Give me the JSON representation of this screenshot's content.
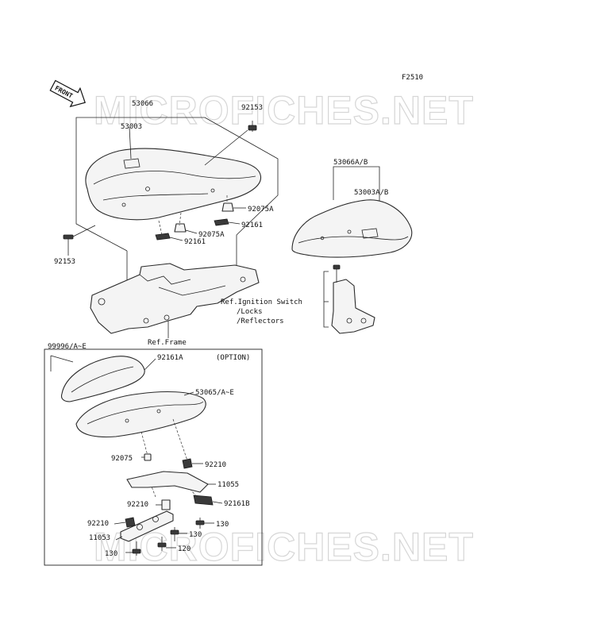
{
  "diagram": {
    "figure_code": "F2510",
    "front_label": "FRONT",
    "watermark": "MICROFICHES.NET",
    "option_label": "(OPTION)",
    "colors": {
      "line": "#2a2a2a",
      "fill": "#f4f4f4",
      "watermark": "#c9c9c9"
    },
    "labels": {
      "p53066": "53066",
      "p53003": "53003",
      "p92153_top": "92153",
      "p92153_left": "92153",
      "p92075A_1": "92075A",
      "p92161_1": "92161",
      "p92075A_2": "92075A",
      "p92161_2": "92161",
      "ref_frame": "Ref.Frame",
      "p53066AB": "53066A/B",
      "p53003AB": "53003A/B",
      "ref_ignition": "Ref.Ignition Switch",
      "ref_locks": "/Locks",
      "ref_reflectors": "/Reflectors",
      "p99996": "99996/A~E",
      "p92161A": "92161A",
      "p53065": "53065/A~E",
      "p92075": "92075",
      "p92210_1": "92210",
      "p11055": "11055",
      "p92210_2": "92210",
      "p92161B": "92161B",
      "p92210_3": "92210",
      "p130_1": "130",
      "p11053": "11053",
      "p130_2": "130",
      "p120": "120",
      "p130_3": "130"
    }
  }
}
